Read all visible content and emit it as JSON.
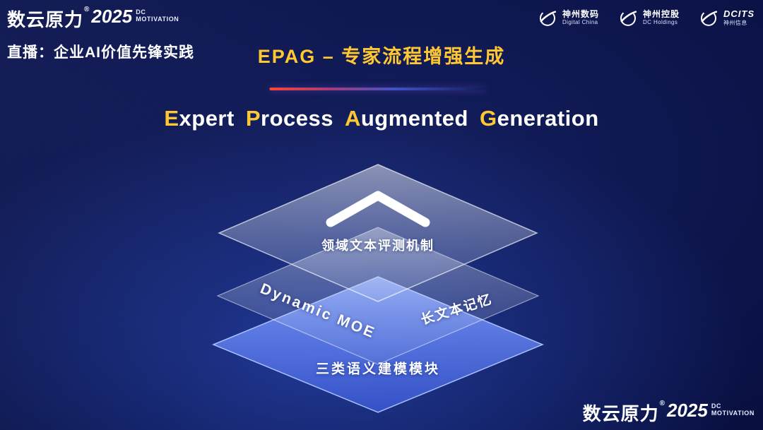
{
  "colors": {
    "accent_gold": "#ffc832",
    "divider_red": "#ff4633",
    "divider_blue": "#4053c8",
    "bottom_layer_blue": "#5d7ef0",
    "background_deep": "#050a2c"
  },
  "header": {
    "brand": {
      "name": "数云原力",
      "reg": "®",
      "year": "2025",
      "tag_line1": "DC",
      "tag_line2": "MOTIVATION"
    },
    "live_caption": "直播：企业AI价值先锋实践",
    "title": "EPAG – 专家流程增强生成"
  },
  "partner_logos": [
    {
      "icon": "swoosh-icon",
      "line1": "神州数码",
      "line2": "Digital China"
    },
    {
      "icon": "swoosh-icon",
      "line1": "神州控股",
      "line2": "DC Holdings"
    },
    {
      "icon": "swoosh-icon",
      "line1": "DCITS",
      "line2": "神州信息"
    }
  ],
  "subtitle": {
    "words": [
      {
        "lead": "E",
        "rest": "xpert"
      },
      {
        "lead": "P",
        "rest": "rocess"
      },
      {
        "lead": "A",
        "rest": "ugmented"
      },
      {
        "lead": "G",
        "rest": "eneration"
      }
    ]
  },
  "diagram": {
    "top_layer_label": "领域文本评测机制",
    "middle_layer_label_left": "Dynamic MOE",
    "middle_layer_label_right": "长文本记忆",
    "bottom_layer_label": "三类语义建模模块"
  },
  "footer": {
    "brand": {
      "name": "数云原力",
      "reg": "®",
      "year": "2025",
      "tag_line1": "DC",
      "tag_line2": "MOTIVATION"
    }
  }
}
